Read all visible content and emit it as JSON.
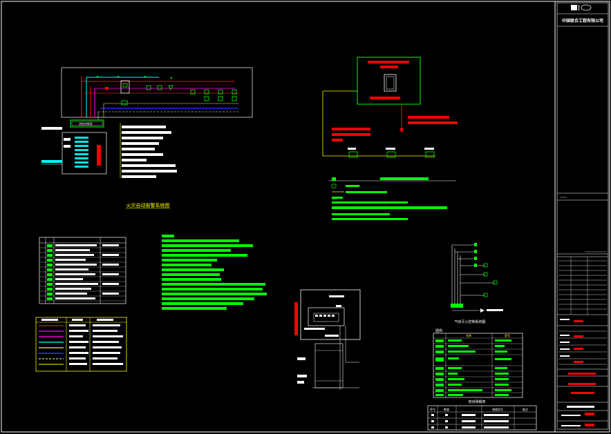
{
  "title_block": {
    "company": "中国联合工程有限公司"
  },
  "drawing": {
    "diagram_title": "火灾自动报警系统图",
    "gas_panel_title": "气体灭火控制系统图",
    "cable_table_title": "管线明细表",
    "note_heading": "说明:",
    "fire_panel_label": "消防控制室",
    "legend_heading": "图例",
    "legend_col1": "名称",
    "legend_col2": "型号",
    "table_col_no": "序号",
    "table_col_qty": "数量",
    "table_col_spec": "规格型号",
    "table_col_remark": "备注"
  },
  "colors": {
    "background": "#000000",
    "green": "#00ff00",
    "red": "#ff0000",
    "magenta": "#ff00ff",
    "cyan": "#00ffff",
    "yellow": "#ffff00",
    "white": "#ffffff",
    "blue": "#3333ff"
  }
}
